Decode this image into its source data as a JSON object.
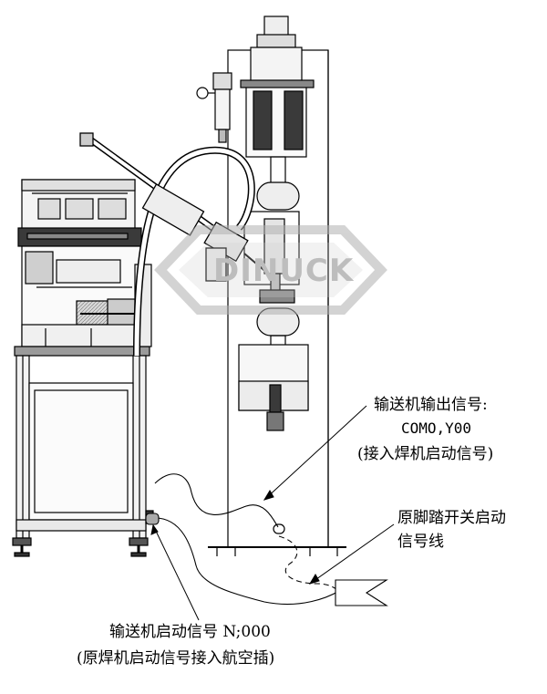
{
  "watermark": {
    "text": "DINUCK",
    "color": "#b0b0b0"
  },
  "annotations": {
    "conveyor_output": {
      "line1": "输送机输出信号:",
      "line2": "COMO,Y00",
      "line3": "(接入焊机启动信号)"
    },
    "foot_switch": {
      "line1": "原脚踏开关启动",
      "line2": "信号线"
    },
    "conveyor_start": {
      "line1": "输送机启动信号 N;000",
      "line2": "(原焊机启动信号接入航空插)"
    }
  },
  "colors": {
    "line": "#000000",
    "panel": "#e6e6e6",
    "dark": "#3a3a3a",
    "mid": "#8c8c8c"
  }
}
